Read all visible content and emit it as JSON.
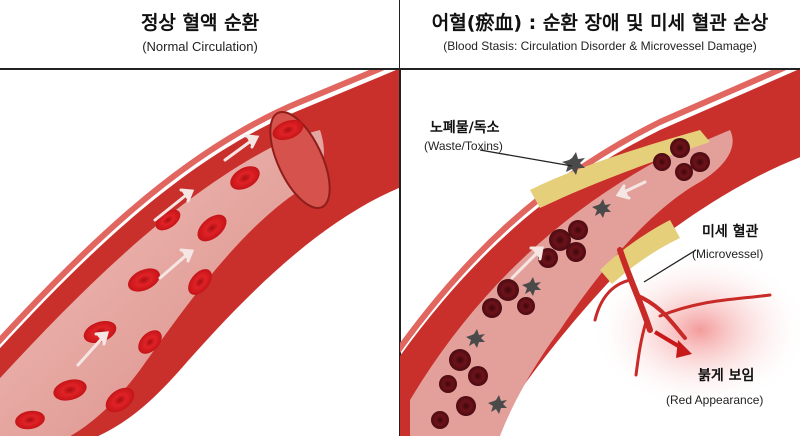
{
  "left_panel": {
    "title": "정상 혈액 순환",
    "subtitle": "(Normal Circulation)"
  },
  "right_panel": {
    "title": "어혈(瘀血) : 순환 장애 및 미세 혈관 손상",
    "subtitle": "(Blood Stasis: Circulation Disorder & Microvessel Damage)",
    "callouts": [
      {
        "ko": "노폐물/독소",
        "en": "(Waste/Toxins)"
      },
      {
        "ko": "미세 혈관",
        "en": "(Microvessel)"
      },
      {
        "ko": "붉게 보임",
        "en": "(Red Appearance)"
      }
    ]
  },
  "colors": {
    "vessel_wall": "#c9302c",
    "vessel_lumen": "#e9a9a3",
    "healthy_cell": "#d8161b",
    "stasis_cell": "#5e0f16",
    "plaque": "#e6cf7a",
    "toxin": "#4a4a4a",
    "redness": "#f4a0a0"
  }
}
